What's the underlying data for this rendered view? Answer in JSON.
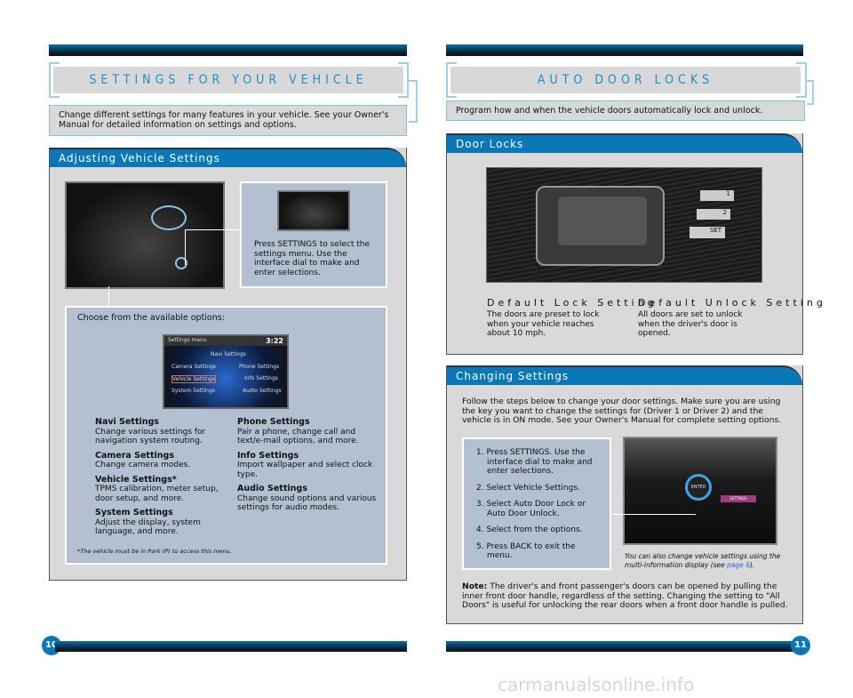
{
  "left": {
    "title": "SETTINGS FOR YOUR VEHICLE",
    "intro": "Change different settings for many features in your vehicle. See your Owner's Manual for detailed information on settings and options.",
    "section": "Adjusting Vehicle Settings",
    "press_text": "Press SETTINGS to select the settings menu. Use the interface dial to make and enter selections.",
    "choose": "Choose from the available options:",
    "screen": {
      "header": "Settings menu",
      "time": "3:22",
      "items": [
        "Navi Settings",
        "Camera Settings",
        "Phone Settings",
        "Vehicle Settings",
        "Info Settings",
        "System Settings",
        "Audio Settings"
      ]
    },
    "options_left": [
      {
        "title": "Navi Settings",
        "desc": "Change various settings for navigation system routing."
      },
      {
        "title": "Camera Settings",
        "desc": "Change camera modes."
      },
      {
        "title": "Vehicle Settings*",
        "desc": "TPMS calibration, meter setup, door setup, and more."
      },
      {
        "title": "System Settings",
        "desc": "Adjust the display, system language, and more."
      }
    ],
    "options_right": [
      {
        "title": "Phone Settings",
        "desc": "Pair a phone, change call and text/e-mail options, and more."
      },
      {
        "title": "Info Settings",
        "desc": "Import wallpaper and select clock type."
      },
      {
        "title": "Audio Settings",
        "desc": "Change sound options and various settings for audio modes."
      }
    ],
    "footnote": "*The vehicle must be in Park (P) to access this menu.",
    "page": "10"
  },
  "right": {
    "title": "AUTO DOOR LOCKS",
    "intro": "Program how and when the vehicle doors automatically lock and unlock.",
    "section1": "Door Locks",
    "door_buttons": [
      "1",
      "2",
      "SET"
    ],
    "lock_title": "Default Lock Setting",
    "lock_desc": "The doors are preset to lock when your vehicle reaches about 10 mph.",
    "unlock_title": "Default Unlock Setting",
    "unlock_desc": "All doors are set to unlock when the driver's door is opened.",
    "section2": "Changing Settings",
    "steps_intro": "Follow the steps below to change your door settings. Make sure you are using the key you want to change the settings for (Driver 1 or Driver 2) and the vehicle is in ON mode. See your Owner's Manual for complete setting options.",
    "steps": [
      "1. Press SETTINGS. Use the interface dial to make and enter selections.",
      "2. Select Vehicle Settings.",
      "3. Select Auto Door Lock or Auto Door Unlock.",
      "4. Select from the options.",
      "5. Press BACK to exit the menu."
    ],
    "dial_label": "ENTER",
    "settings_btn": "SETTINGS",
    "caption": "You can also change vehicle settings using the multi-information display (see ",
    "caption_link": "page 6",
    "caption_end": ").",
    "note_label": "Note:",
    "note": " The driver's and front passenger's doors can be opened by pulling the inner front door handle, regardless of the setting. Changing the setting to \"All Doors\" is useful for unlocking the rear doors when a front door handle is pulled.",
    "page": "11"
  },
  "watermark": "carmanualsonline.info"
}
